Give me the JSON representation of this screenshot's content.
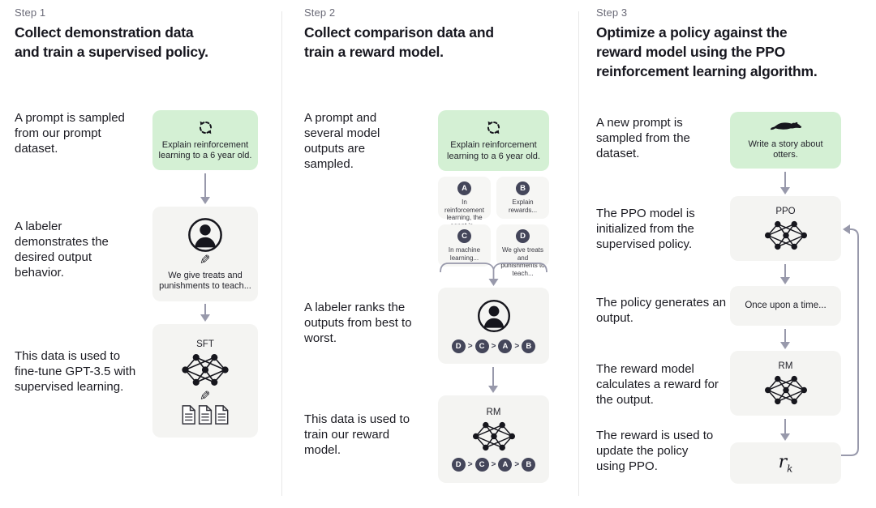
{
  "colors": {
    "prompt_box_green": "#d4f0d4",
    "model_box_gray": "#f4f4f2",
    "badge_dark": "#44465a",
    "arrow_gray": "#9899ab",
    "step_label_gray": "#6b6b78",
    "text_dark": "#17171f"
  },
  "steps": [
    {
      "label": "Step 1",
      "title": "Collect demonstration data and train a supervised policy.",
      "captions": [
        "A prompt is sampled from our prompt dataset.",
        "A labeler demonstrates the desired output behavior.",
        "This data is used to fine-tune GPT-3.5 with supervised learning."
      ],
      "prompt_box": {
        "icon": "cycle-icon",
        "text": "Explain reinforcement learning to a 6 year old."
      },
      "labeler_box": {
        "icons": [
          "person-icon",
          "pencil-icon"
        ],
        "text": "We give treats and punishments to teach..."
      },
      "model_box": {
        "label": "SFT",
        "icons": [
          "network-icon",
          "pencil-icon",
          "documents-icon"
        ]
      }
    },
    {
      "label": "Step 2",
      "title": "Collect comparison data and train a reward model.",
      "captions": [
        "A prompt and several model outputs are sampled.",
        "A labeler ranks the outputs from best to worst.",
        "This data is used to train our reward model."
      ],
      "prompt_box": {
        "icon": "cycle-icon",
        "text": "Explain reinforcement learning to a 6 year old."
      },
      "outputs": [
        {
          "badge": "A",
          "text": "In reinforcement learning, the agent is..."
        },
        {
          "badge": "B",
          "text": "Explain rewards..."
        },
        {
          "badge": "C",
          "text": "In machine learning..."
        },
        {
          "badge": "D",
          "text": "We give treats and punishments to teach..."
        }
      ],
      "ranking": {
        "order": [
          "D",
          "C",
          "A",
          "B"
        ],
        "separator": ">"
      },
      "model_box": {
        "label": "RM",
        "icons": [
          "network-icon"
        ]
      }
    },
    {
      "label": "Step 3",
      "title": "Optimize a policy against the reward model using the PPO reinforcement learning algorithm.",
      "captions": [
        "A new prompt is sampled from the dataset.",
        "The PPO model is initialized from the supervised policy.",
        "The policy generates an output.",
        "The reward model calculates a reward for the output.",
        "The reward is used to update the policy using PPO."
      ],
      "prompt_box": {
        "icon": "otter-icon",
        "text": "Write a story about otters."
      },
      "ppo_box": {
        "label": "PPO",
        "icons": [
          "network-icon"
        ]
      },
      "output_box": {
        "text": "Once upon a time..."
      },
      "rm_box": {
        "label": "RM",
        "icons": [
          "network-icon"
        ]
      },
      "reward_box": {
        "base": "r",
        "subscript": "k"
      }
    }
  ]
}
